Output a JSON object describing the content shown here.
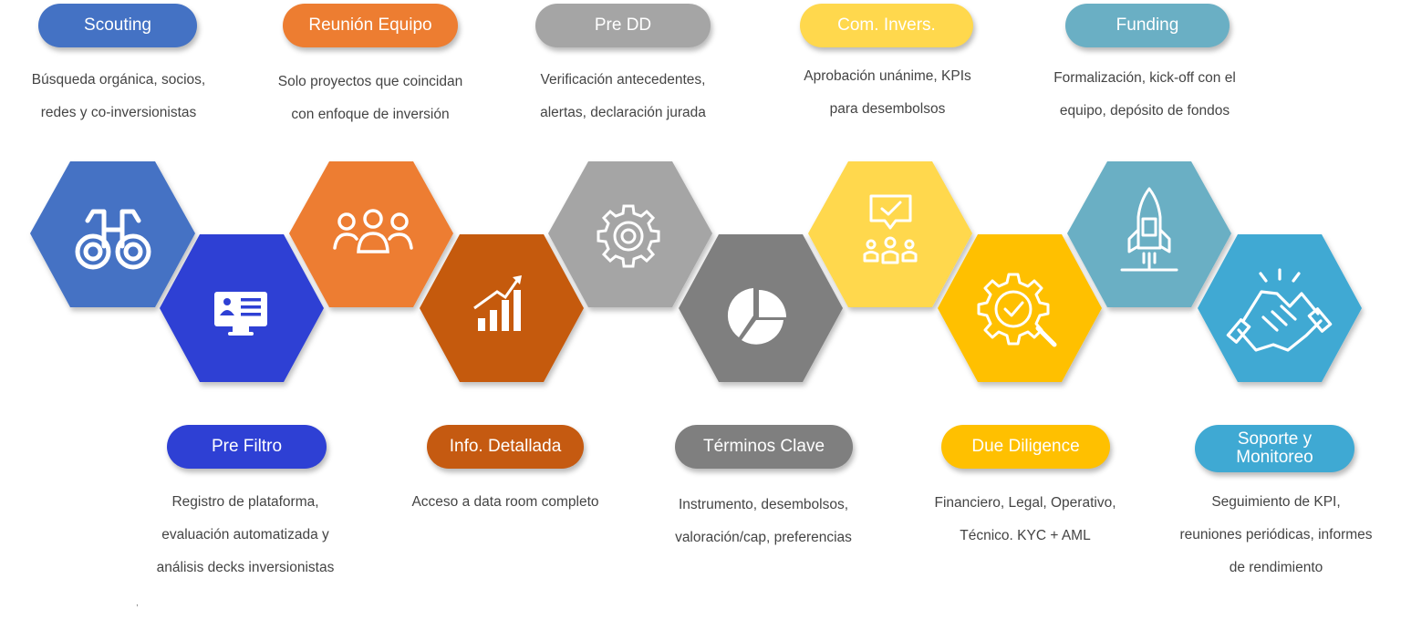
{
  "stages": [
    {
      "id": "scouting",
      "label": "Scouting",
      "desc": [
        "Búsqueda orgánica, socios,",
        "redes y co-inversionistas"
      ],
      "color": "#4472C4",
      "icon": "binoculars-icon"
    },
    {
      "id": "pre-filtro",
      "label": "Pre Filtro",
      "desc": [
        "Registro de plataforma,",
        "evaluación automatizada y",
        "análisis decks inversionistas"
      ],
      "color": "#2E40D4",
      "icon": "monitor-profile-icon"
    },
    {
      "id": "reunion-equipo",
      "label": "Reunión Equipo",
      "desc": [
        "Solo proyectos que coincidan",
        "con enfoque de inversión"
      ],
      "color": "#ED7D31",
      "icon": "team-icon"
    },
    {
      "id": "info-detallada",
      "label": "Info. Detallada",
      "desc": [
        "Acceso a data room completo"
      ],
      "color": "#C55A11",
      "icon": "growth-chart-icon"
    },
    {
      "id": "pre-dd",
      "label": "Pre DD",
      "desc": [
        "Verificación antecedentes,",
        "alertas, declaración jurada"
      ],
      "color": "#A5A5A5",
      "icon": "gear-icon"
    },
    {
      "id": "terminos-clave",
      "label": "Términos Clave",
      "desc": [
        "Instrumento, desembolsos,",
        "valoración/cap, preferencias"
      ],
      "color": "#7F7F7F",
      "icon": "pie-chart-icon"
    },
    {
      "id": "com-invers",
      "label": "Com. Invers.",
      "desc": [
        "Aprobación unánime, KPIs",
        "para desembolsos"
      ],
      "color": "#FFD84D",
      "icon": "approval-committee-icon"
    },
    {
      "id": "due-diligence",
      "label": "Due Diligence",
      "desc": [
        "Financiero, Legal, Operativo,",
        "Técnico. KYC + AML"
      ],
      "color": "#FFC000",
      "icon": "gear-check-search-icon"
    },
    {
      "id": "funding",
      "label": "Funding",
      "desc": [
        "Formalización, kick-off con el",
        "equipo, depósito de fondos"
      ],
      "color": "#6AAFC4",
      "icon": "rocket-icon"
    },
    {
      "id": "soporte",
      "label": "Soporte y Monitoreo",
      "label_lines": [
        "Soporte y",
        "Monitoreo"
      ],
      "desc": [
        "Seguimiento de KPI,",
        "reuniones periódicas, informes",
        "de rendimiento"
      ],
      "color": "#3FA9D3",
      "icon": "handshake-icon"
    }
  ],
  "stray_mark": ","
}
